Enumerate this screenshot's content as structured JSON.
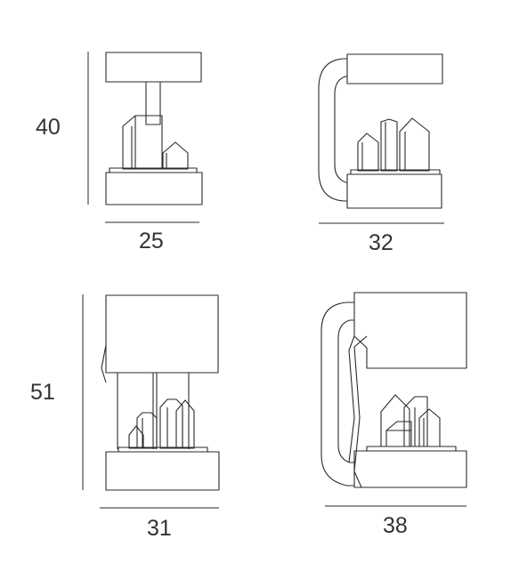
{
  "models": [
    {
      "name": "lamp-small",
      "height_label": "40",
      "width_label": "25"
    },
    {
      "name": "lamp-handle-small",
      "width_label": "32"
    },
    {
      "name": "lamp-large",
      "height_label": "51",
      "width_label": "31"
    },
    {
      "name": "lamp-handle-large",
      "width_label": "38"
    }
  ],
  "colors": {
    "line": "#2a2a2a",
    "text": "#333333",
    "background": "#ffffff"
  }
}
